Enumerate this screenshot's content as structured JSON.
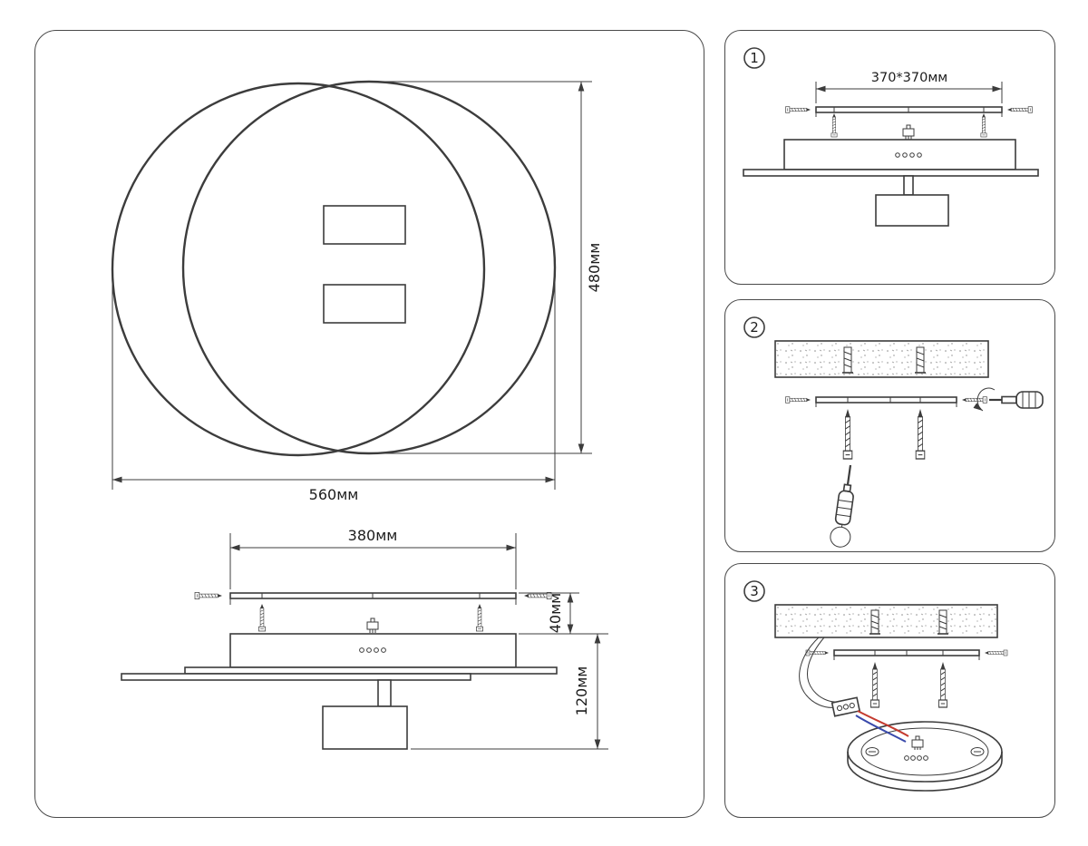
{
  "main_panel": {
    "top_view": {
      "width_label": "560мм",
      "height_label": "480мм"
    },
    "side_view": {
      "width_label": "380мм",
      "height_label": "40мм",
      "total_height_label": "120мм"
    }
  },
  "steps": [
    {
      "number": "1",
      "mount_dim_label": "370*370мм"
    },
    {
      "number": "2"
    },
    {
      "number": "3"
    }
  ],
  "colors": {
    "line": "#3c3c3c",
    "wire_red": "#c43b2f",
    "wire_blue": "#3949ab"
  }
}
